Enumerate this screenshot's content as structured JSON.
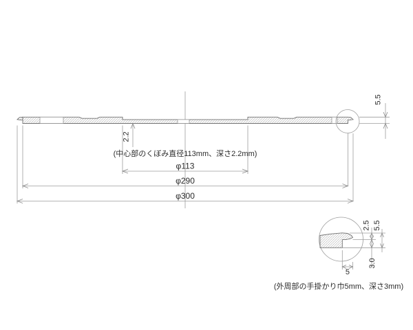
{
  "drawing": {
    "main_view": {
      "dim_recess_diameter": "φ113",
      "dim_mid_diameter": "φ290",
      "dim_outer_diameter": "φ300",
      "dim_recess_depth": "2.2",
      "dim_thickness": "5.5",
      "note": "(中心部のくぼみ直径113mm、深さ2.2mm)"
    },
    "detail_view": {
      "dim_top_thickness": "2.5",
      "dim_total_thickness": "5.5",
      "dim_groove_depth": "3.0",
      "dim_groove_width": "5",
      "note": "(外周部の手掛かり巾5mm、深さ3mm)"
    },
    "colors": {
      "background": "#ffffff",
      "section_outline": "#707070",
      "dimension_line": "#9c9c9c",
      "hatch": "#bcbcbc",
      "text": "#2b2b2b"
    }
  }
}
